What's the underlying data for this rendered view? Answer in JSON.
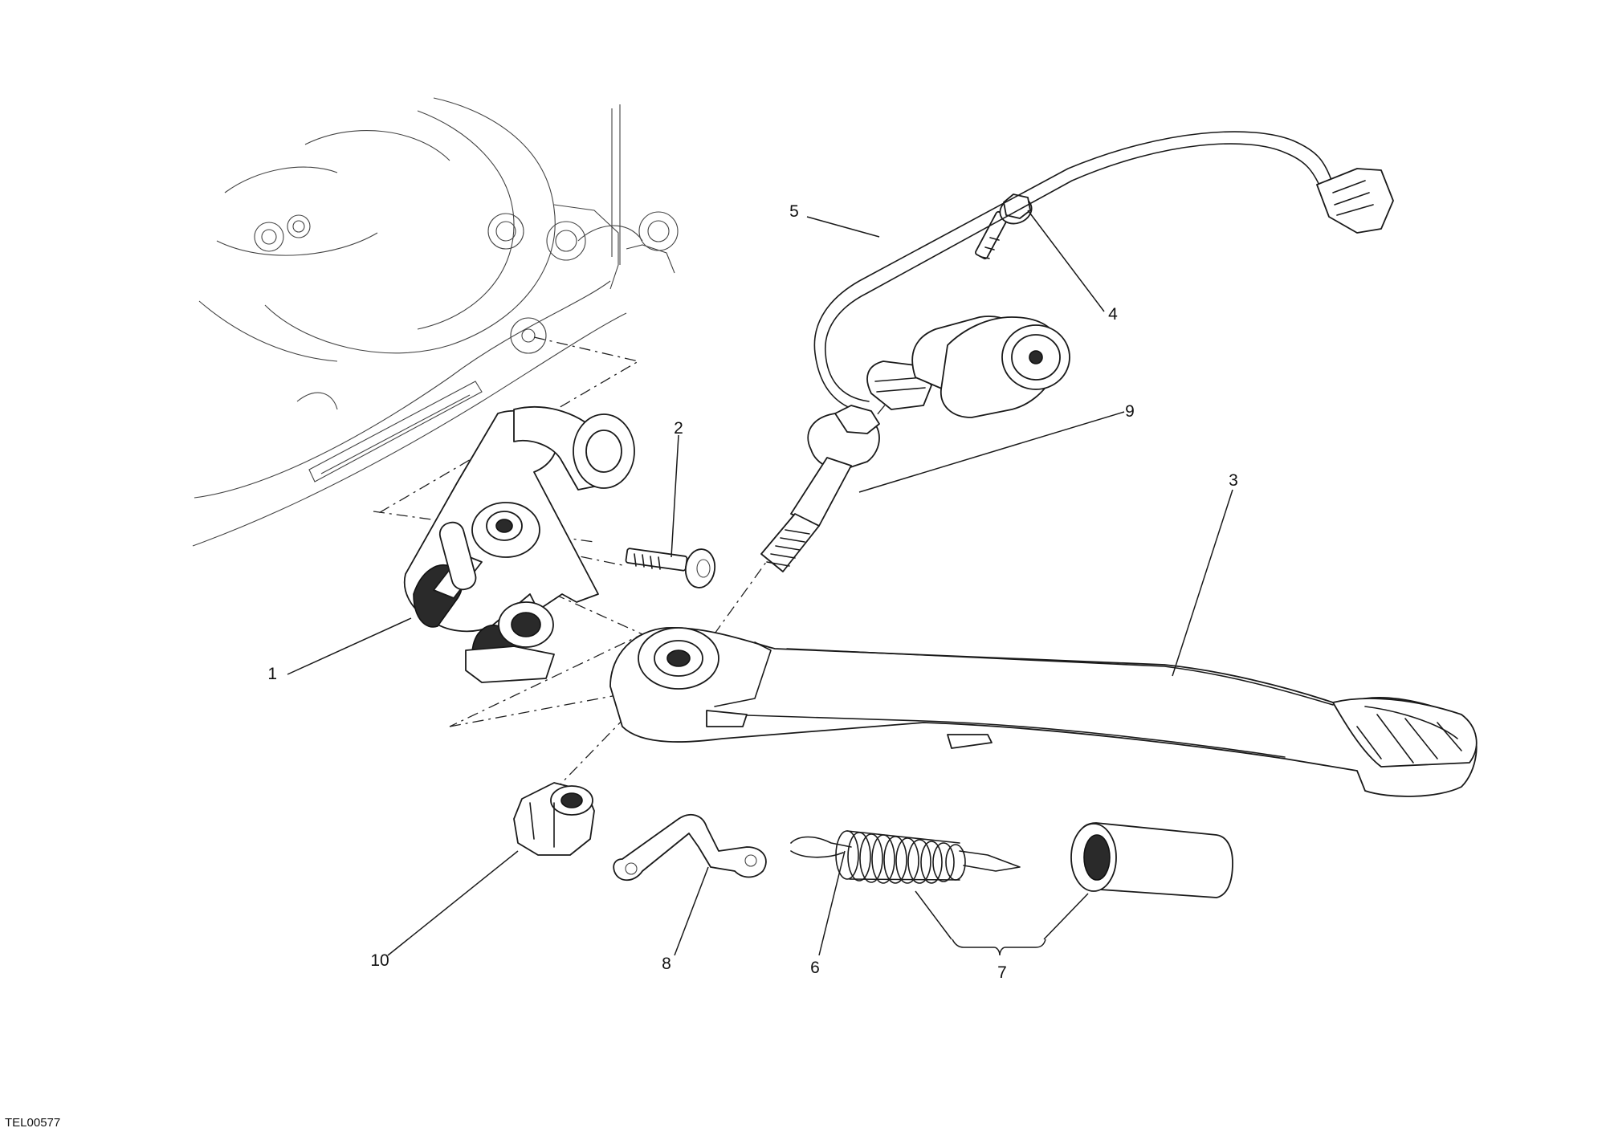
{
  "drawing_code": "TEL00577",
  "callouts": [
    {
      "id": "1",
      "text": "1"
    },
    {
      "id": "2",
      "text": "2"
    },
    {
      "id": "3",
      "text": "3"
    },
    {
      "id": "4",
      "text": "4"
    },
    {
      "id": "5",
      "text": "5"
    },
    {
      "id": "6",
      "text": "6"
    },
    {
      "id": "7",
      "text": "7"
    },
    {
      "id": "8",
      "text": "8"
    },
    {
      "id": "9",
      "text": "9"
    },
    {
      "id": "10",
      "text": "10"
    }
  ]
}
